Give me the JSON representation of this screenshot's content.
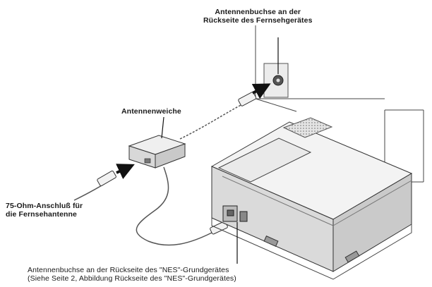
{
  "labels": {
    "tv_jack_line1": "Antennenbuchse an der",
    "tv_jack_line2": "Rückseite des Fernsehgerätes",
    "switch_box": "Antennenweiche",
    "antenna_line1": "75-Ohm-Anschluß für",
    "antenna_line2": "die Fernsehantenne",
    "nes_jack_line1": "Antennenbuchse an der Rückseite des \"NES\"-Grundgerätes",
    "nes_jack_line2": "(Siehe Seite 2, Abbildung Rückseite des \"NES\"-Grundgerätes)"
  }
}
